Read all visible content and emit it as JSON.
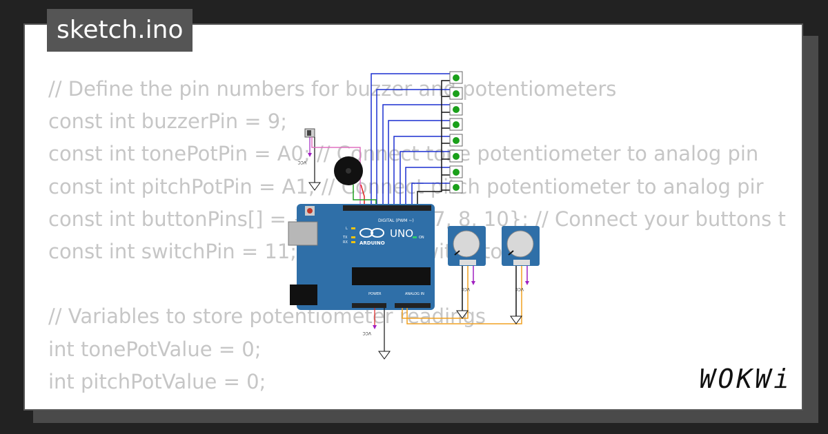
{
  "file_title": "sketch.ino",
  "code_lines": [
    "// Define the pin numbers for buzzer and potentiometers",
    "const int buzzerPin = 9;",
    "const int tonePotPin = A0; // Connect tone potentiometer to analog pin",
    "const int pitchPotPin = A1; // Connect pitch potentiometer to analog pir",
    "const int buttonPins[] = {2, 3, 4, 5, 6, 7, 8, 10}; // Connect your buttons t",
    "const int switchPin = 11; // Connect switch to pin",
    "",
    "// Variables to store potentiometer readings",
    "int tonePotValue = 0;",
    "int pitchPotValue = 0;"
  ],
  "board": {
    "name": "UNO",
    "brand": "ARDUINO",
    "digital_label": "DIGITAL (PWM ~)",
    "power_label": "POWER",
    "analog_label": "ANALOG IN",
    "on_label": "ON",
    "led_labels": [
      "L",
      "TX",
      "RX"
    ]
  },
  "vcc_label": "VCC",
  "logo": "WOKWi",
  "colors": {
    "background": "#222222",
    "card": "#ffffff",
    "tab": "#555555",
    "code_text": "#c6c6c6",
    "board": "#2f6fa8",
    "wire_blue": "#1a2fd0",
    "wire_pink": "#e070c0",
    "wire_orange": "#f0a020",
    "wire_green": "#20a020",
    "wire_red": "#e02020",
    "wire_purple": "#a020c0",
    "button_green": "#1aa01a"
  }
}
